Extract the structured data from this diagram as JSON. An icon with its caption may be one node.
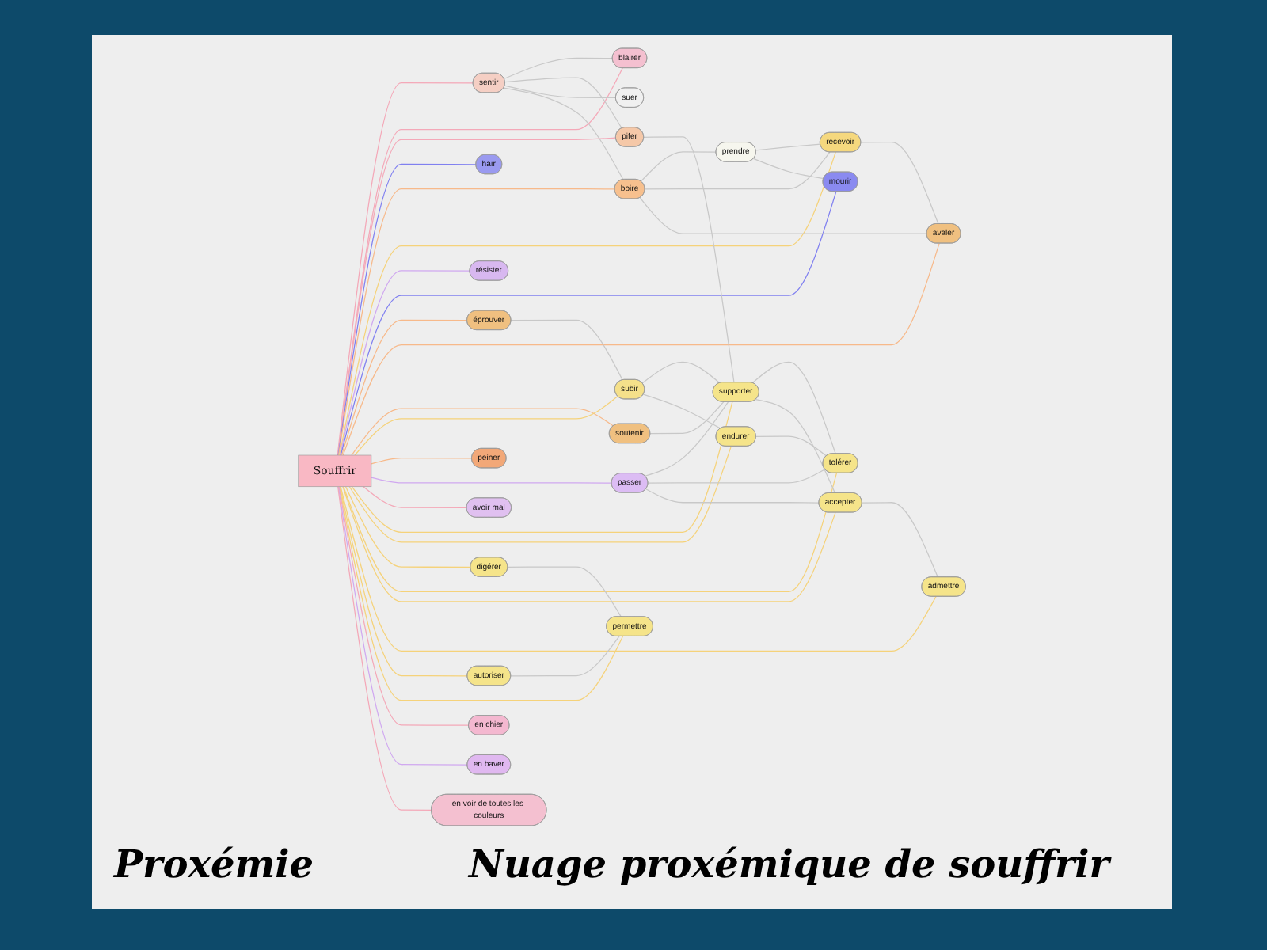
{
  "diagram": {
    "caption": "Nuage proxémique de souffrir",
    "nodes": [
      {
        "text": [
          "Souffrir"
        ]
      },
      {
        "text": [
          "sentir"
        ]
      },
      {
        "text": [
          "haïr"
        ]
      },
      {
        "text": [
          "boire"
        ]
      },
      {
        "text": [
          "prendre"
        ]
      },
      {
        "text": [
          "recevoir"
        ]
      },
      {
        "text": [
          "mourir"
        ]
      },
      {
        "text": [
          "résister"
        ]
      },
      {
        "text": [
          "blairer"
        ]
      },
      {
        "text": [
          "pifer"
        ]
      },
      {
        "text": [
          "éprouver"
        ]
      },
      {
        "text": [
          "avaler"
        ]
      },
      {
        "text": [
          "soutenir"
        ]
      },
      {
        "text": [
          "subir"
        ]
      },
      {
        "text": [
          "passer"
        ]
      },
      {
        "text": [
          "peiner"
        ]
      },
      {
        "text": [
          "avoir mal"
        ]
      },
      {
        "text": [
          "suer"
        ]
      },
      {
        "text": [
          "supporter"
        ]
      },
      {
        "text": [
          "endurer"
        ]
      },
      {
        "text": [
          "digérer"
        ]
      },
      {
        "text": [
          "tolérer"
        ]
      },
      {
        "text": [
          "accepter"
        ]
      },
      {
        "text": [
          "admettre"
        ]
      },
      {
        "text": [
          "autoriser"
        ]
      },
      {
        "text": [
          "permettre"
        ]
      },
      {
        "text": [
          "en chier"
        ]
      },
      {
        "text": [
          "en baver"
        ]
      },
      {
        "text": [
          "en voir de toutes les couleurs"
        ]
      }
    ],
    "edges": [
      {
        "from": 0,
        "to": 1,
        "arrow": "none",
        "color": "#f4a8b8"
      },
      {
        "from": 0,
        "to": 8,
        "arrow": "none",
        "color": "#f4a8b8"
      },
      {
        "from": 0,
        "to": 9,
        "arrow": "none",
        "color": "#f4a8b8"
      },
      {
        "from": 0,
        "to": 2,
        "arrow": "none",
        "color": "#8080f0"
      },
      {
        "from": 0,
        "to": 3,
        "arrow": "none",
        "color": "#f7b98a"
      },
      {
        "from": 0,
        "to": 5,
        "arrow": "none",
        "color": "#f5d27a"
      },
      {
        "from": 0,
        "to": 7,
        "arrow": "none",
        "color": "#d0a8f0"
      },
      {
        "from": 0,
        "to": 6,
        "arrow": "none",
        "color": "#8080f0"
      },
      {
        "from": 0,
        "to": 10,
        "arrow": "none",
        "color": "#f7b98a"
      },
      {
        "from": 0,
        "to": 11,
        "arrow": "none",
        "color": "#f7b98a"
      },
      {
        "from": 0,
        "to": 12,
        "arrow": "none",
        "color": "#f7b98a"
      },
      {
        "from": 0,
        "to": 13,
        "arrow": "none",
        "color": "#f5d27a"
      },
      {
        "from": 0,
        "to": 15,
        "arrow": "none",
        "color": "#f7b98a"
      },
      {
        "from": 0,
        "to": 14,
        "arrow": "none",
        "color": "#d0a8f0"
      },
      {
        "from": 0,
        "to": 16,
        "arrow": "none",
        "color": "#f4a8b8"
      },
      {
        "from": 0,
        "to": 18,
        "arrow": "none",
        "color": "#f5d27a"
      },
      {
        "from": 0,
        "to": 19,
        "arrow": "none",
        "color": "#f5d27a"
      },
      {
        "from": 0,
        "to": 20,
        "arrow": "none",
        "color": "#f5d27a"
      },
      {
        "from": 0,
        "to": 21,
        "arrow": "none",
        "color": "#f5d27a"
      },
      {
        "from": 0,
        "to": 22,
        "arrow": "none",
        "color": "#f5d27a"
      },
      {
        "from": 0,
        "to": 23,
        "arrow": "none",
        "color": "#f5d27a"
      },
      {
        "from": 0,
        "to": 24,
        "arrow": "none",
        "color": "#f5d27a"
      },
      {
        "from": 0,
        "to": 25,
        "arrow": "none",
        "color": "#f5d27a"
      },
      {
        "from": 0,
        "to": 26,
        "arrow": "none",
        "color": "#f4a8b8"
      },
      {
        "from": 0,
        "to": 27,
        "arrow": "none",
        "color": "#d0a8f0"
      },
      {
        "from": 0,
        "to": 28,
        "arrow": "none",
        "color": "#f4a8b8"
      },
      {
        "from": 1,
        "to": 8,
        "arrow": "none",
        "color": "#c8c8c8"
      },
      {
        "from": 1,
        "to": 9,
        "arrow": "none",
        "color": "#c8c8c8"
      },
      {
        "from": 1,
        "to": 17,
        "arrow": "none",
        "color": "#c8c8c8"
      },
      {
        "from": 1,
        "to": 3,
        "arrow": "none",
        "color": "#c8c8c8"
      },
      {
        "from": 9,
        "to": 18,
        "arrow": "none",
        "color": "#c8c8c8"
      },
      {
        "from": 3,
        "to": 4,
        "arrow": "none",
        "color": "#c8c8c8"
      },
      {
        "from": 3,
        "to": 5,
        "arrow": "none",
        "color": "#c8c8c8"
      },
      {
        "from": 3,
        "to": 11,
        "arrow": "none",
        "color": "#c8c8c8"
      },
      {
        "from": 4,
        "to": 5,
        "arrow": "none",
        "color": "#c8c8c8"
      },
      {
        "from": 4,
        "to": 6,
        "arrow": "none",
        "color": "#c8c8c8"
      },
      {
        "from": 5,
        "to": 11,
        "arrow": "none",
        "color": "#c8c8c8"
      },
      {
        "from": 10,
        "to": 13,
        "arrow": "none",
        "color": "#c8c8c8"
      },
      {
        "from": 13,
        "to": 18,
        "arrow": "none",
        "color": "#c8c8c8"
      },
      {
        "from": 13,
        "to": 19,
        "arrow": "none",
        "color": "#c8c8c8"
      },
      {
        "from": 12,
        "to": 18,
        "arrow": "none",
        "color": "#c8c8c8"
      },
      {
        "from": 14,
        "to": 18,
        "arrow": "none",
        "color": "#c8c8c8"
      },
      {
        "from": 14,
        "to": 21,
        "arrow": "none",
        "color": "#c8c8c8"
      },
      {
        "from": 14,
        "to": 22,
        "arrow": "none",
        "color": "#c8c8c8"
      },
      {
        "from": 18,
        "to": 21,
        "arrow": "none",
        "color": "#c8c8c8"
      },
      {
        "from": 18,
        "to": 22,
        "arrow": "none",
        "color": "#c8c8c8"
      },
      {
        "from": 19,
        "to": 21,
        "arrow": "none",
        "color": "#c8c8c8"
      },
      {
        "from": 20,
        "to": 25,
        "arrow": "none",
        "color": "#c8c8c8"
      },
      {
        "from": 22,
        "to": 23,
        "arrow": "none",
        "color": "#c8c8c8"
      },
      {
        "from": 24,
        "to": 25,
        "arrow": "none",
        "color": "#c8c8c8"
      }
    ],
    "labels": [
      "Proxémie"
    ]
  }
}
